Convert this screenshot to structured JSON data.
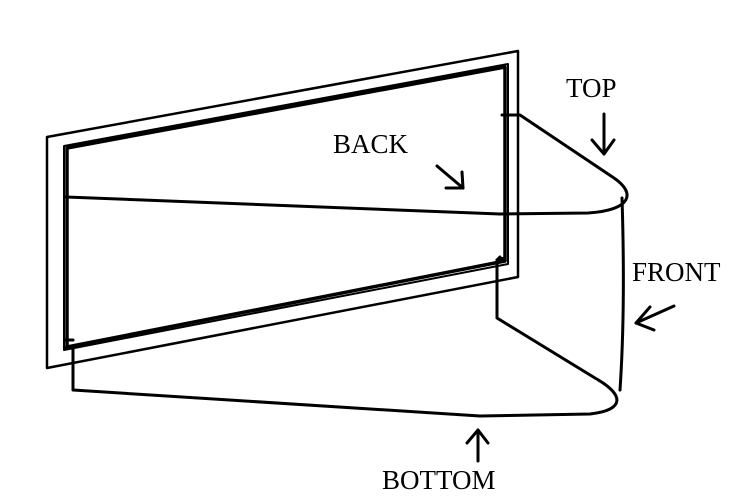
{
  "labels": {
    "top": "TOP",
    "back": "BACK",
    "front": "FRONT",
    "bottom": "BOTTOM"
  },
  "colors": {
    "ink": "#000000",
    "background": "#ffffff"
  }
}
